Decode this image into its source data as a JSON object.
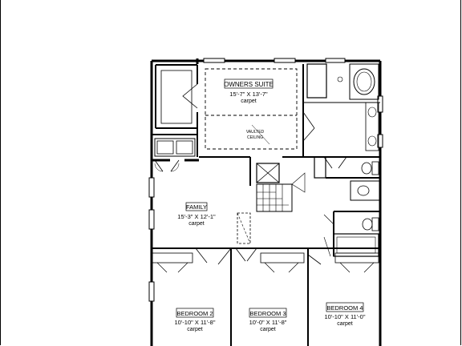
{
  "plan": {
    "rooms": {
      "owners_suite": {
        "name": "OWNERS SUITE",
        "size": "15'-7\" X 13'-7\"",
        "floor": "carpet"
      },
      "vaulted": {
        "line1": "VAULTED",
        "line2": "CEILING"
      },
      "family": {
        "name": "FAMILY",
        "size": "15'-3\" X 12'-1\"",
        "floor": "carpet"
      },
      "bedroom2": {
        "name": "BEDROOM 2",
        "size": "10'-10\" X 11'-8\"",
        "floor": "carpet"
      },
      "bedroom3": {
        "name": "BEDROOM 3",
        "size": "10'-0\" X 11'-8\"",
        "floor": "carpet"
      },
      "bedroom4": {
        "name": "BEDROOM 4",
        "size": "10'-10\" X 11'-0\"",
        "floor": "carpet"
      }
    }
  }
}
